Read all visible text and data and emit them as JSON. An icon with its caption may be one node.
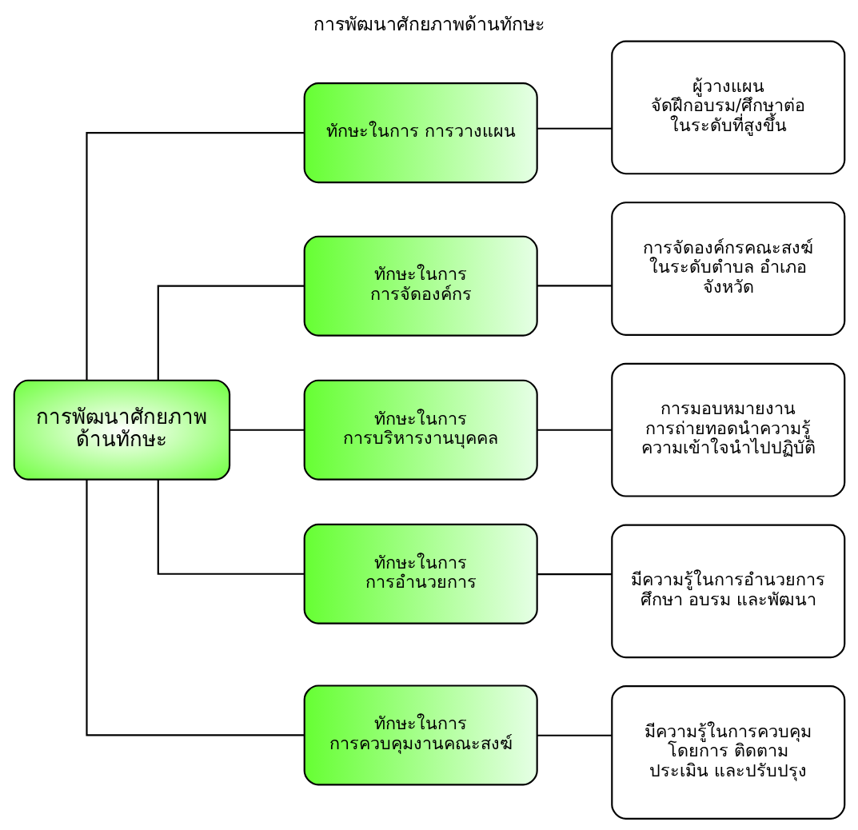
{
  "diagram": {
    "title": "การพัฒนาศักยภาพด้านทักษะ",
    "nodes": [
      {
        "text": [
          "การพัฒนาศักยภาพ ด้านทักษะ"
        ]
      },
      {
        "text": [
          "ทักษะในการ การวางแผน"
        ]
      },
      {
        "text": [
          "ทักษะในการ การจัดองค์กร"
        ]
      },
      {
        "text": [
          "ทักษะในการ การบริหารงานบุคคล"
        ]
      },
      {
        "text": [
          "ทักษะในการ การอำนวยการ"
        ]
      },
      {
        "text": [
          "ทักษะในการ การควบคุมงานคณะสงฆ์"
        ]
      },
      {
        "text": [
          "ผู้วางแผน จัดฝึกอบรม/ศึกษาต่อ ในระดับที่สูงขึ้น"
        ]
      },
      {
        "text": [
          "การจัดองค์กรคณะสงฆ์ ในระดับตำบล อำเภอ จังหวัด"
        ]
      },
      {
        "text": [
          "การมอบหมายงาน การถ่ายทอดนำความรู้ ความเข้าใจนำไปปฏิบัติ"
        ]
      },
      {
        "text": [
          "มีความรู้ในการอำนวยการ ศึกษา อบรม และพัฒนา"
        ]
      },
      {
        "text": [
          "มีความรู้ในการควบคุม โดยการ ติดตาม ประเมิน และปรับปรุง"
        ]
      }
    ],
    "edges": [
      {
        "from": 0,
        "to": 1,
        "arrow": "none"
      },
      {
        "from": 0,
        "to": 2,
        "arrow": "none"
      },
      {
        "from": 0,
        "to": 3,
        "arrow": "none"
      },
      {
        "from": 0,
        "to": 4,
        "arrow": "none"
      },
      {
        "from": 0,
        "to": 5,
        "arrow": "none"
      },
      {
        "from": 1,
        "to": 6,
        "arrow": "none"
      },
      {
        "from": 2,
        "to": 7,
        "arrow": "none"
      },
      {
        "from": 3,
        "to": 8,
        "arrow": "none"
      },
      {
        "from": 4,
        "to": 9,
        "arrow": "none"
      },
      {
        "from": 5,
        "to": 10,
        "arrow": "none"
      }
    ]
  }
}
